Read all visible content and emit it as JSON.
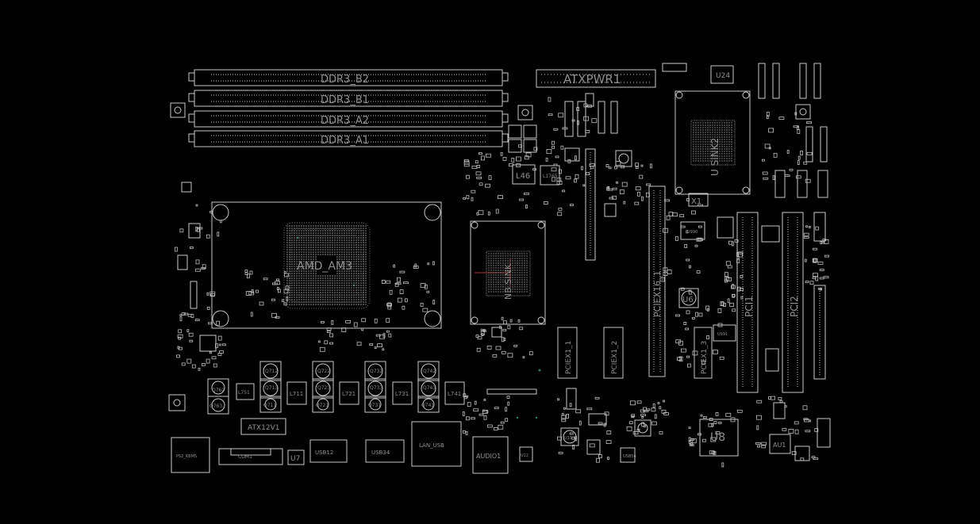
{
  "colors": {
    "background": "#000000",
    "outline": "#c9c9c9",
    "pads": "#bdbdbd",
    "label": "#9a9a9a",
    "accent_red": "#b03030",
    "accent_green": "#2f7f5f"
  },
  "labels": {
    "ddr_b2": "DDR3_B2",
    "ddr_b1": "DDR3_B1",
    "ddr_a2": "DDR3_A2",
    "ddr_a1": "DDR3_A1",
    "atxpwr": "ATXPWR1",
    "cpu": "AMD_AM3",
    "nb": "NB SINK",
    "sb": "U SINK2",
    "l46": "L46",
    "l1765": "L1765",
    "pcie1": "PCIEX1_1",
    "pcie2": "PCIEX1_2",
    "pcie3": "PCIEX1_3",
    "pci1": "PCI1",
    "pci2": "PCI2",
    "pcie16": "PCIEX16_1",
    "u24": "U24",
    "x1": "X1",
    "u6": "U6",
    "u990": "U990",
    "u991": "U991",
    "q712": "Q712",
    "q713": "Q713",
    "q722": "Q722",
    "q723": "Q723",
    "q732": "Q732",
    "q733": "Q733",
    "q742": "Q742",
    "q743": "Q743",
    "q762": "Q762",
    "q763": "Q763",
    "q711": "Q711",
    "q721": "Q721",
    "q731": "Q731",
    "q741": "Q741",
    "l711": "L711",
    "l721": "L721",
    "l731": "L731",
    "l741": "L741",
    "l751": "L751",
    "atx12v": "ATX12V1",
    "u7": "U7",
    "usb1": "USB12",
    "usb2": "USB34",
    "usb3": "USB56",
    "lan": "LAN_USB",
    "audio": "AUDIO1",
    "u8": "U8",
    "au1": "AU1",
    "u31": "U31",
    "u12": "U12",
    "ps2": "PS2_KBMS",
    "com": "COM1"
  }
}
